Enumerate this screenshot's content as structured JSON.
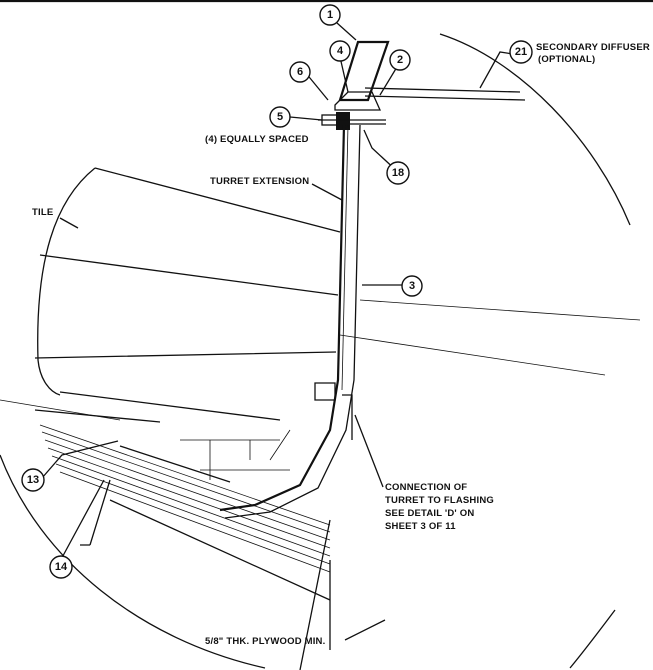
{
  "callouts": {
    "c1": "1",
    "c2": "2",
    "c3": "3",
    "c4": "4",
    "c5": "5",
    "c6": "6",
    "c13": "13",
    "c14": "14",
    "c18": "18",
    "c21": "21"
  },
  "labels": {
    "secondary_diffuser_line1": "SECONDARY DIFFUSER",
    "secondary_diffuser_line2": "(OPTIONAL)",
    "equally_spaced": "(4) EQUALLY SPACED",
    "turret_extension": "TURRET EXTENSION",
    "tile": "TILE",
    "connection_line1": "CONNECTION OF",
    "connection_line2": "TURRET TO FLASHING",
    "connection_line3": "SEE DETAIL 'D' ON",
    "connection_line4": "SHEET 3 OF 11",
    "plywood": "5/8\" THK. PLYWOOD MIN."
  }
}
